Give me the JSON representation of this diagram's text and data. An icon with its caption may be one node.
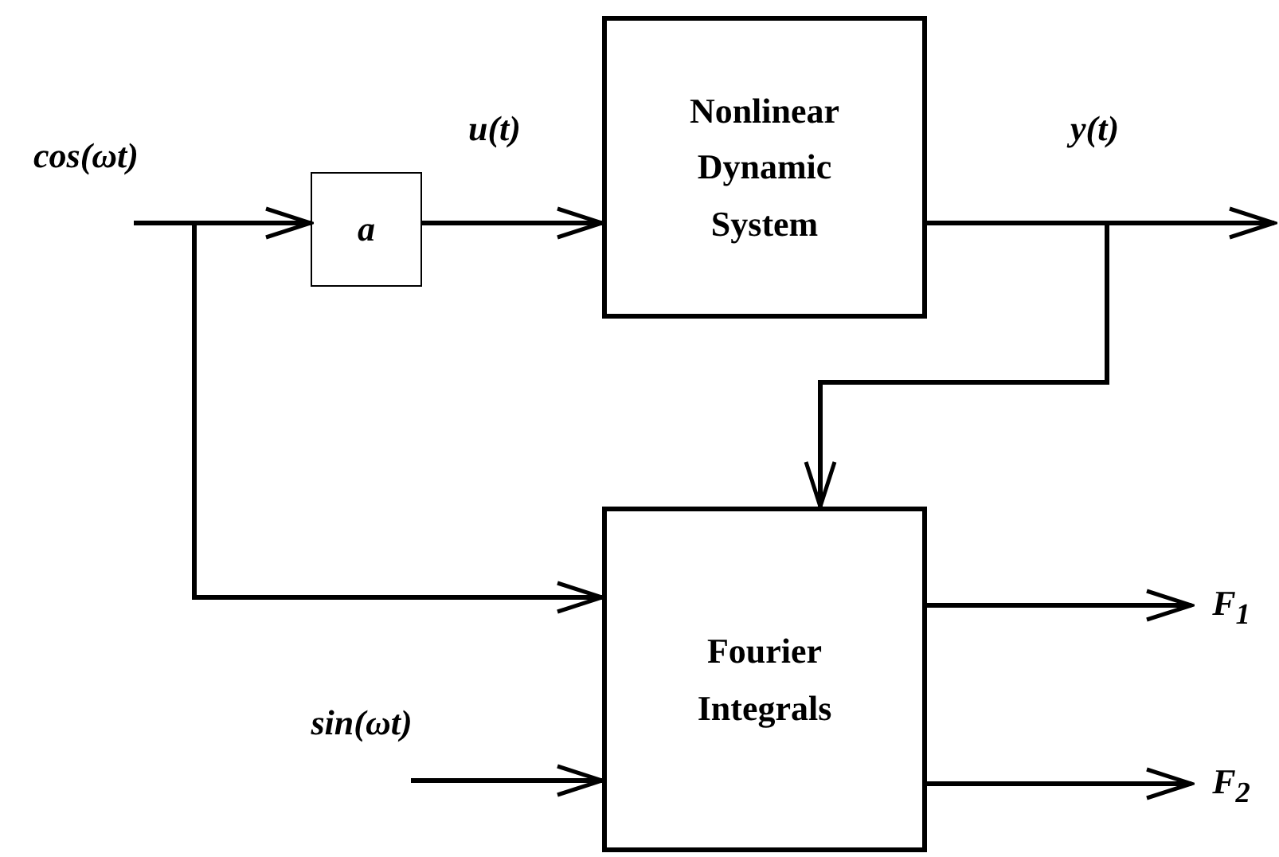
{
  "diagram": {
    "nodes": [
      {
        "text": [
          "cos(ωt)"
        ]
      },
      {
        "text": [
          "a"
        ]
      },
      {
        "text": [
          "Nonlinear Dynamic System"
        ]
      },
      {
        "text": [
          "Fourier Integrals"
        ]
      },
      {
        "text": [
          "sin(ωt)"
        ]
      },
      {
        "text": [
          "F$_{1}$"
        ]
      },
      {
        "text": [
          "F$_{2}$"
        ]
      }
    ],
    "edges": [
      {
        "from": 0,
        "to": 1,
        "arrow": "to"
      },
      {
        "from": 0,
        "to": 3,
        "arrow": "to"
      },
      {
        "from": 1,
        "to": 2,
        "arrow": "to",
        "label": "u(t)"
      },
      {
        "from": 2,
        "to": null,
        "arrow": "to",
        "label": "y(t)"
      },
      {
        "from": 2,
        "to": 3,
        "arrow": "to"
      },
      {
        "from": 4,
        "to": 3,
        "arrow": "to"
      },
      {
        "from": 3,
        "to": 5,
        "arrow": "to"
      },
      {
        "from": 3,
        "to": 6,
        "arrow": "to"
      }
    ]
  }
}
